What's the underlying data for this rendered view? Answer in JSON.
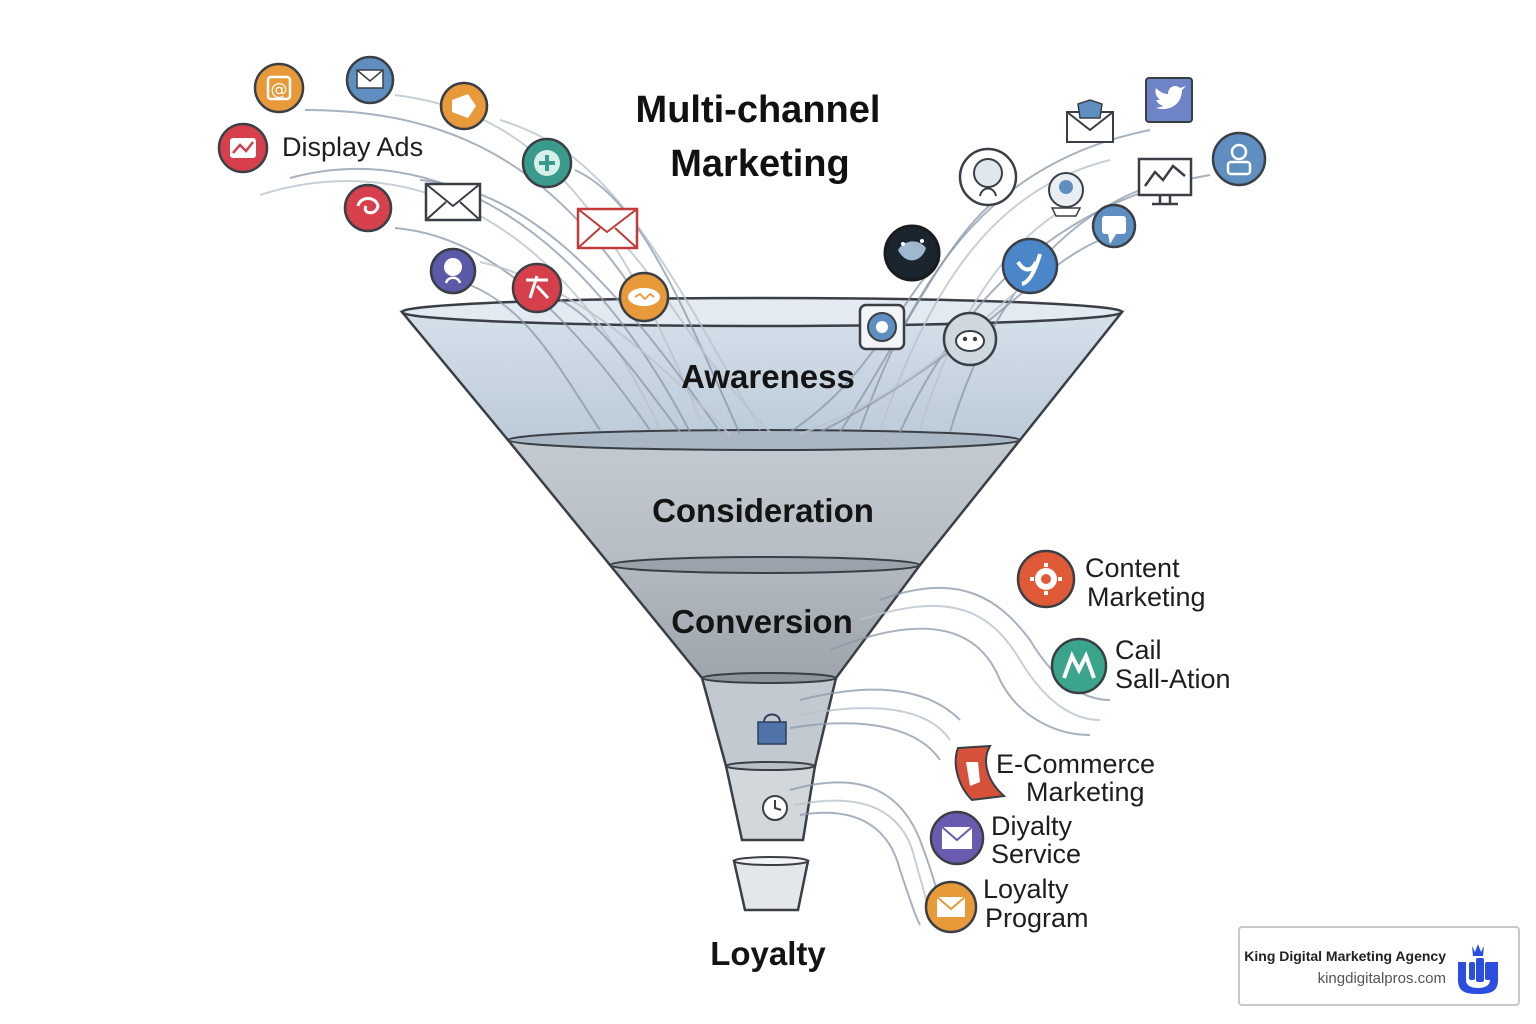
{
  "title": {
    "line1": "Multi-channel",
    "line2": "Marketing"
  },
  "stages": [
    "Awareness",
    "Consideration",
    "Conversion",
    "Loyalty"
  ],
  "channels": {
    "top_left": "Display Ads",
    "right": [
      {
        "line1": "Content",
        "line2": "Marketing"
      },
      {
        "line1": "Cail",
        "line2": "Sall-Ation"
      },
      {
        "line1": "E-Commerce",
        "line2": "Marketing"
      },
      {
        "line1": "Diyalty",
        "line2": "Service"
      },
      {
        "line1": "Loyalty",
        "line2": "Program"
      }
    ]
  },
  "icons": {
    "left_cluster": [
      "at-icon",
      "mail-icon",
      "megaphone-icon",
      "chart-icon",
      "gear-icon",
      "link-icon",
      "envelope-icon",
      "envelope-icon",
      "search-icon",
      "social-icon",
      "chat-icon"
    ],
    "right_cluster": [
      "twitter-icon",
      "mail-icon",
      "user-icon",
      "profile-icon",
      "analytics-icon",
      "globe-icon",
      "chat-bubble-icon",
      "twitter-icon",
      "camera-icon",
      "reddit-icon"
    ],
    "funnel_inner": [
      "bag-icon",
      "clock-icon"
    ]
  },
  "colors": {
    "funnel_top": "#c5d3e0",
    "funnel_mid": "#b9c0c8",
    "funnel_low": "#a7adb4",
    "red": "#d6404c",
    "orange": "#e89a3a",
    "blue": "#5f8fc0",
    "teal": "#3a9a8c",
    "purple": "#5a5aa8",
    "brand_blue": "#2b4de0"
  },
  "brand": {
    "name": "King Digital Marketing Agency",
    "url": "kingdigitalpros.com"
  }
}
